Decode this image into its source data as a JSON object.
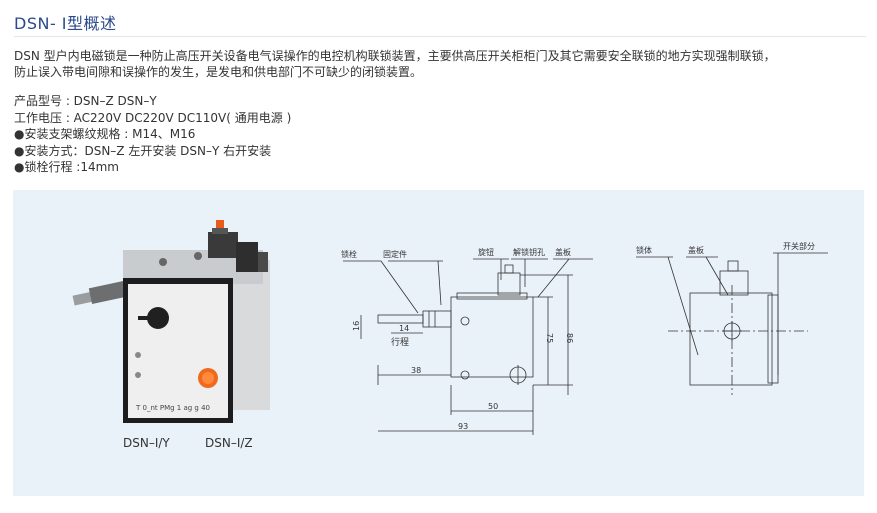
{
  "section": {
    "title": "DSN- Ⅰ型概述"
  },
  "description": {
    "line1": "DSN 型户内电磁锁是一种防止高压开关设备电气误操作的电控机构联锁装置，主要供高压开关柜柜门及其它需要安全联锁的地方实现强制联锁，",
    "line2": "防止误入带电间隙和误操作的发生，是发电和供电部门不可缺少的闭锁装置。"
  },
  "specs": {
    "model": "产品型号 : DSN–Z  DSN–Y",
    "voltage": "工作电压 : AC220V   DC220V DC110V( 通用电源 )",
    "bracket": "●安装支架螺纹规格 : M14、M16",
    "mounting": "●安装方式：DSN–Z 左开安装 DSN–Y 右开安装",
    "stroke": "●锁栓行程 :14mm"
  },
  "figure": {
    "caption_left": "DSN–I/Y",
    "caption_right": "DSN–I/Z",
    "label_plate": "T 0_nt PMg 1 ag g 40",
    "drawing_front": {
      "lbl_lock_pin": "锁栓",
      "lbl_fixing_part": "固定件",
      "lbl_knob": "旋钮",
      "lbl_unlock_hole": "解锁钥孔",
      "lbl_cover": "盖板",
      "dim_14": "14",
      "dim_16": "16",
      "lbl_stroke": "行程",
      "dim_38": "38",
      "dim_50": "50",
      "dim_93": "93",
      "dim_75": "75",
      "dim_86": "86"
    },
    "drawing_side": {
      "lbl_lock_body": "锁体",
      "lbl_cover": "盖板",
      "lbl_switch": "开关部分"
    }
  },
  "colors": {
    "title": "#2a4a8a",
    "panel_bg": "#eaf2f9",
    "indicator": "#f06a1e"
  }
}
